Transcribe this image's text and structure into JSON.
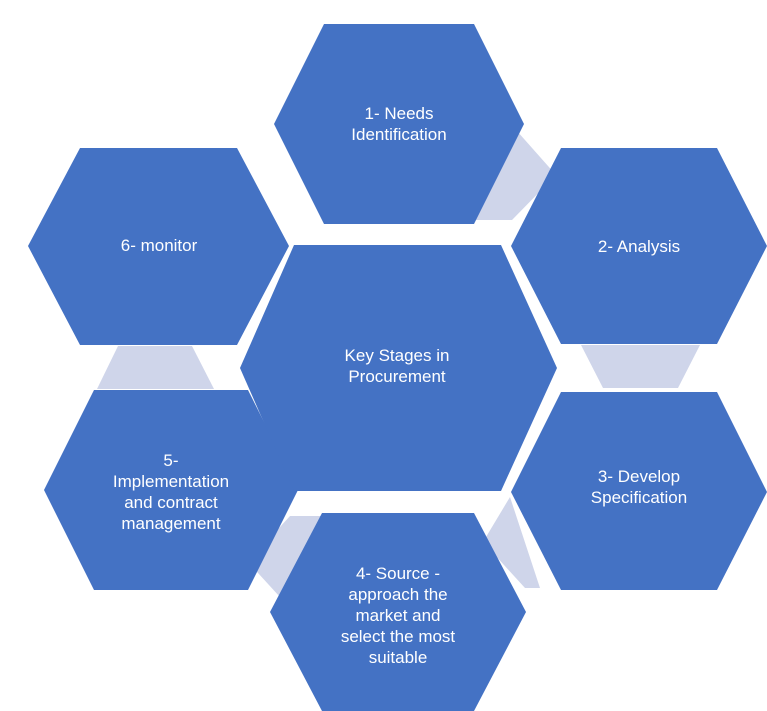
{
  "colors": {
    "hex_fill": "#4472C4",
    "connector_fill": "#CFD5EA",
    "text": "#FFFFFF"
  },
  "diagram": {
    "center": {
      "label": "Key Stages in\nProcurement"
    },
    "stages": [
      {
        "label": "1-  Needs\nIdentification"
      },
      {
        "label": "2- Analysis"
      },
      {
        "label": "3- Develop\nSpecification"
      },
      {
        "label": "4- Source  -\napproach the\nmarket and\nselect the most\nsuitable"
      },
      {
        "label": "5-\nImplementation\nand contract\nmanagement"
      },
      {
        "label": "6-  monitor"
      }
    ]
  }
}
